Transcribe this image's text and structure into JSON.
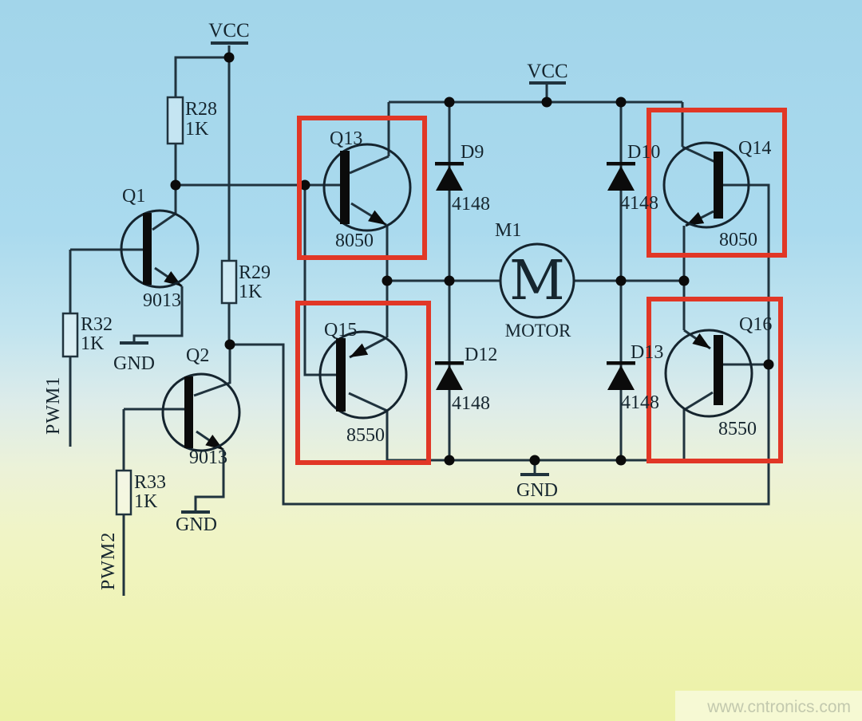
{
  "colors": {
    "highlight_red": "#e13726",
    "wire": "#20333e",
    "component_black": "#0b0b0b",
    "bg_top": "#a2d5ea",
    "bg_bottom": "#ecf2a6"
  },
  "power": {
    "vcc_left": "VCC",
    "vcc_top": "VCC",
    "gnd_q1": "GND",
    "gnd_q2": "GND",
    "gnd_bridge": "GND"
  },
  "inputs": {
    "pwm1": "PWM1",
    "pwm2": "PWM2"
  },
  "resistors": {
    "r28": {
      "ref": "R28",
      "value": "1K"
    },
    "r29": {
      "ref": "R29",
      "value": "1K"
    },
    "r32": {
      "ref": "R32",
      "value": "1K"
    },
    "r33": {
      "ref": "R33",
      "value": "1K"
    }
  },
  "transistors": {
    "q1": {
      "ref": "Q1",
      "part": "9013"
    },
    "q2": {
      "ref": "Q2",
      "part": "9013"
    },
    "q13": {
      "ref": "Q13",
      "part": "8050"
    },
    "q14": {
      "ref": "Q14",
      "part": "8050"
    },
    "q15": {
      "ref": "Q15",
      "part": "8550"
    },
    "q16": {
      "ref": "Q16",
      "part": "8550"
    }
  },
  "diodes": {
    "d9": {
      "ref": "D9",
      "part": "4148"
    },
    "d10": {
      "ref": "D10",
      "part": "4148"
    },
    "d12": {
      "ref": "D12",
      "part": "4148"
    },
    "d13": {
      "ref": "D13",
      "part": "4148"
    }
  },
  "motor": {
    "ref": "M1",
    "letter": "M",
    "caption": "MOTOR"
  },
  "watermark": {
    "text": "www.cntronics.com"
  }
}
